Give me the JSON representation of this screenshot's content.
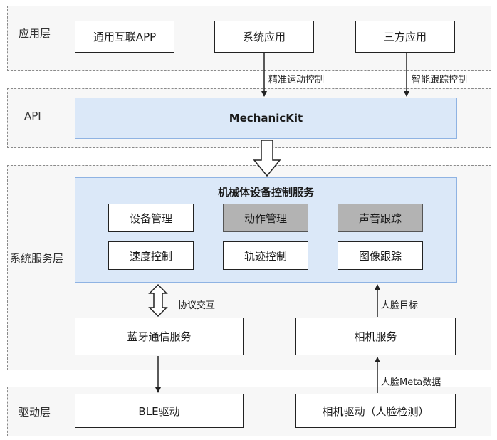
{
  "layers": {
    "app": {
      "label": "应用层"
    },
    "api": {
      "label": "API"
    },
    "system": {
      "label": "系统服务层"
    },
    "driver": {
      "label": "驱动层"
    }
  },
  "app_boxes": [
    "通用互联APP",
    "系统应用",
    "三方应用"
  ],
  "arrow_notes": {
    "precise_motion": "精准运动控制",
    "smart_tracking": "智能跟踪控制",
    "protocol": "协议交互",
    "face_target": "人脸目标",
    "face_meta": "人脸Meta数据"
  },
  "api_box": {
    "label": "MechanicKit"
  },
  "service": {
    "title": "机械体设备控制服务",
    "modules": [
      "设备管理",
      "动作管理",
      "声音跟踪",
      "速度控制",
      "轨迹控制",
      "图像跟踪"
    ]
  },
  "lower_services": {
    "bluetooth": "蓝牙通信服务",
    "camera": "相机服务"
  },
  "drivers": {
    "ble": "BLE驱动",
    "camera": "相机驱动（人脸检测）"
  },
  "colors": {
    "panel_blue": "#dbe8f8",
    "panel_border": "#8fb3e3",
    "module_gray": "#b3b3b3"
  }
}
